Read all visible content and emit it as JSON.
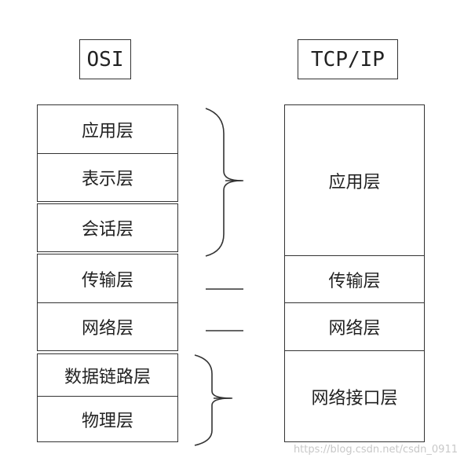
{
  "osi": {
    "title": "OSI",
    "layers": [
      "应用层",
      "表示层",
      "会话层",
      "传输层",
      "网络层",
      "数据链路层",
      "物理层"
    ]
  },
  "tcpip": {
    "title": "TCP/IP",
    "layers": [
      "应用层",
      "传输层",
      "网络层",
      "网络接口层"
    ]
  },
  "watermark": "https://blog.csdn.net/csdn_0911"
}
